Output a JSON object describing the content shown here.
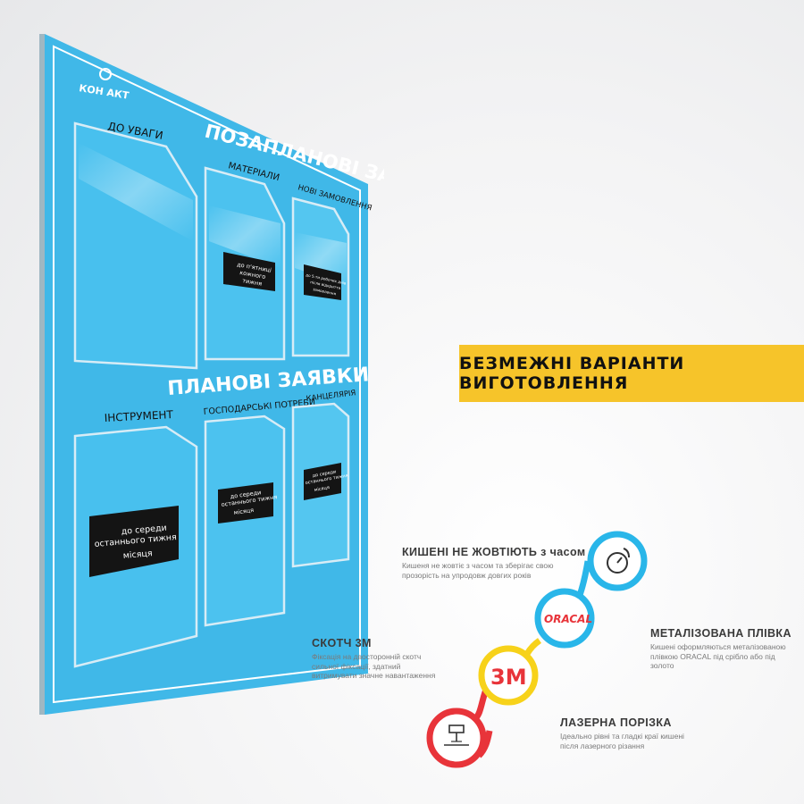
{
  "brand": {
    "logo_text": "КОН АКТ"
  },
  "board": {
    "title_top": "ПОЗАПЛАНОВІ ЗАЯВКИ",
    "title_bottom": "ПЛАНОВІ ЗАЯВКИ",
    "pockets": [
      {
        "label": "ДО УВАГИ",
        "note": ""
      },
      {
        "label": "МАТЕРІАЛИ",
        "note": [
          "до п'ятниці",
          "кожного",
          "тижня"
        ]
      },
      {
        "label": "НОВІ ЗАМОВЛЕННЯ",
        "note": [
          "до 5-ти робочих днів",
          "після відкриття",
          "замовлення"
        ]
      },
      {
        "label": "ІНСТРУМЕНТ",
        "note": [
          "до середи",
          "останнього тижня",
          "місяця"
        ]
      },
      {
        "label": "ГОСПОДАРСЬКІ ПОТРЕБИ",
        "note": [
          "до середи",
          "останнього тижня",
          "місяця"
        ]
      },
      {
        "label": "КАНЦЕЛЯРІЯ",
        "note": [
          "до середи",
          "останнього тижня",
          "місяця"
        ]
      }
    ]
  },
  "banner": {
    "text": "БЕЗМЕЖНІ ВАРІАНТИ ВИГОТОВЛЕННЯ"
  },
  "features": {
    "pockets": {
      "title": "КИШЕНІ НЕ ЖОВТІЮТЬ з часом",
      "desc": "Кишеня не жовтіє з часом та зберігає свою прозорість на упродовж  довгих років"
    },
    "film": {
      "title": "МЕТАЛІЗОВАНА ПЛІВКА",
      "desc": "Кишені оформляються металізованою плівкою ORACAL під срібло або під золото"
    },
    "tape": {
      "title": "СКОТЧ 3М",
      "desc": "Фіксація на двосторонній скотч сильної фіксації, здатний витримувати значне навантаження"
    },
    "laser": {
      "title": "ЛАЗЕРНА ПОРІЗКА",
      "desc": "Ідеально рівні та гладкі краї кишені після лазерного різання"
    }
  },
  "logos": {
    "oracal": "ORACAL",
    "m3": "3M"
  },
  "colors": {
    "board_blue": "#3fb8e8",
    "banner_yellow": "#f6c42a",
    "circle_cyan": "#29b6e9",
    "circle_yellow": "#f7d21a",
    "circle_red": "#e8343a"
  },
  "icons": [
    "pocket-clock-icon",
    "oracal-logo-icon",
    "3m-logo-icon",
    "laser-cutter-icon"
  ]
}
